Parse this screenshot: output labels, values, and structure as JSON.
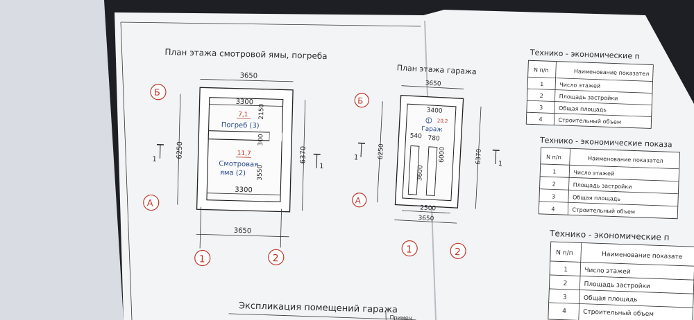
{
  "plan_pit": {
    "title": "План этажа смотровой ямы, погреба",
    "dims": {
      "top": "3650",
      "inner_top": "3300",
      "h_2150": "2150",
      "h_300": "300",
      "h_3550": "3550",
      "inner_bottom": "3300",
      "bottom": "3650",
      "left": "6250",
      "right": "6370"
    },
    "rooms": [
      {
        "area": "7,1",
        "name": "Погреб (3)"
      },
      {
        "area": "11,7",
        "name": "Смотровая",
        "name2": "яма (2)"
      }
    ]
  },
  "plan_garage": {
    "title": "План этажа гаража",
    "dims": {
      "top": "3650",
      "inner_top": "3400",
      "d540": "540",
      "d780": "780",
      "d3600": "3600",
      "d6000": "6000",
      "left": "6250",
      "right": "6370",
      "d2500": "2500",
      "bottom": "3650"
    },
    "room": {
      "number": "1",
      "area": "20,2",
      "name": "Гараж"
    }
  },
  "axes": {
    "b": "Б",
    "a": "А",
    "one": "1",
    "two": "2"
  },
  "section_mark": "1",
  "tables": [
    {
      "title": "Технико - экономические п",
      "col1": "N п/п",
      "col2": "Наименование показател",
      "rows": [
        {
          "n": "1",
          "label": "Число этажей"
        },
        {
          "n": "2",
          "label": "Площадь застройки"
        },
        {
          "n": "3",
          "label": "Общая площадь"
        },
        {
          "n": "4",
          "label": "Строительный объем"
        }
      ]
    },
    {
      "title": "Технико - экономические показа",
      "col1": "N п/п",
      "col2": "Наименование показател",
      "rows": [
        {
          "n": "1",
          "label": "Число этажей"
        },
        {
          "n": "2",
          "label": "Площадь застройки"
        },
        {
          "n": "3",
          "label": "Общая площадь"
        },
        {
          "n": "4",
          "label": "Строительный объем"
        }
      ]
    },
    {
      "title": "Технико - экономические п",
      "col1": "N п/п",
      "col2": "Наименование показате",
      "rows": [
        {
          "n": "1",
          "label": "Число этажей"
        },
        {
          "n": "2",
          "label": "Площадь застройки"
        },
        {
          "n": "3",
          "label": "Общая площадь"
        },
        {
          "n": "4",
          "label": "Строительный объем"
        }
      ]
    }
  ],
  "explication": {
    "title": "Экспликация помещений гаража",
    "col_header": "Примеч"
  }
}
